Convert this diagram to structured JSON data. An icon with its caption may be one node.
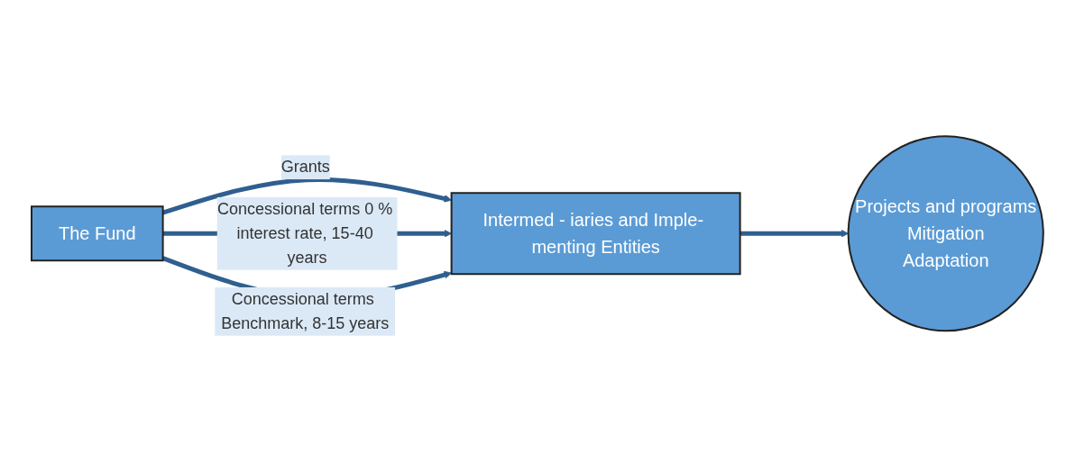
{
  "diagram": {
    "nodes": [
      {
        "text": [
          "The Fund"
        ]
      },
      {
        "text": [
          "Intermed - iaries and Imple- menting Entities"
        ]
      },
      {
        "text": [
          "Projects and programs",
          "Mitigation",
          "Adaptation"
        ]
      }
    ],
    "edges": [
      {
        "from": 0,
        "to": 1,
        "arrow": "to",
        "label": "Grants"
      },
      {
        "from": 0,
        "to": 1,
        "arrow": "to",
        "label": "Concessional terms 0 % interest rate, 15-40 years"
      },
      {
        "from": 0,
        "to": 1,
        "arrow": "to",
        "label": "Concessional terms Benchmark, 8-15 years"
      },
      {
        "from": 1,
        "to": 2,
        "arrow": "to"
      }
    ]
  }
}
